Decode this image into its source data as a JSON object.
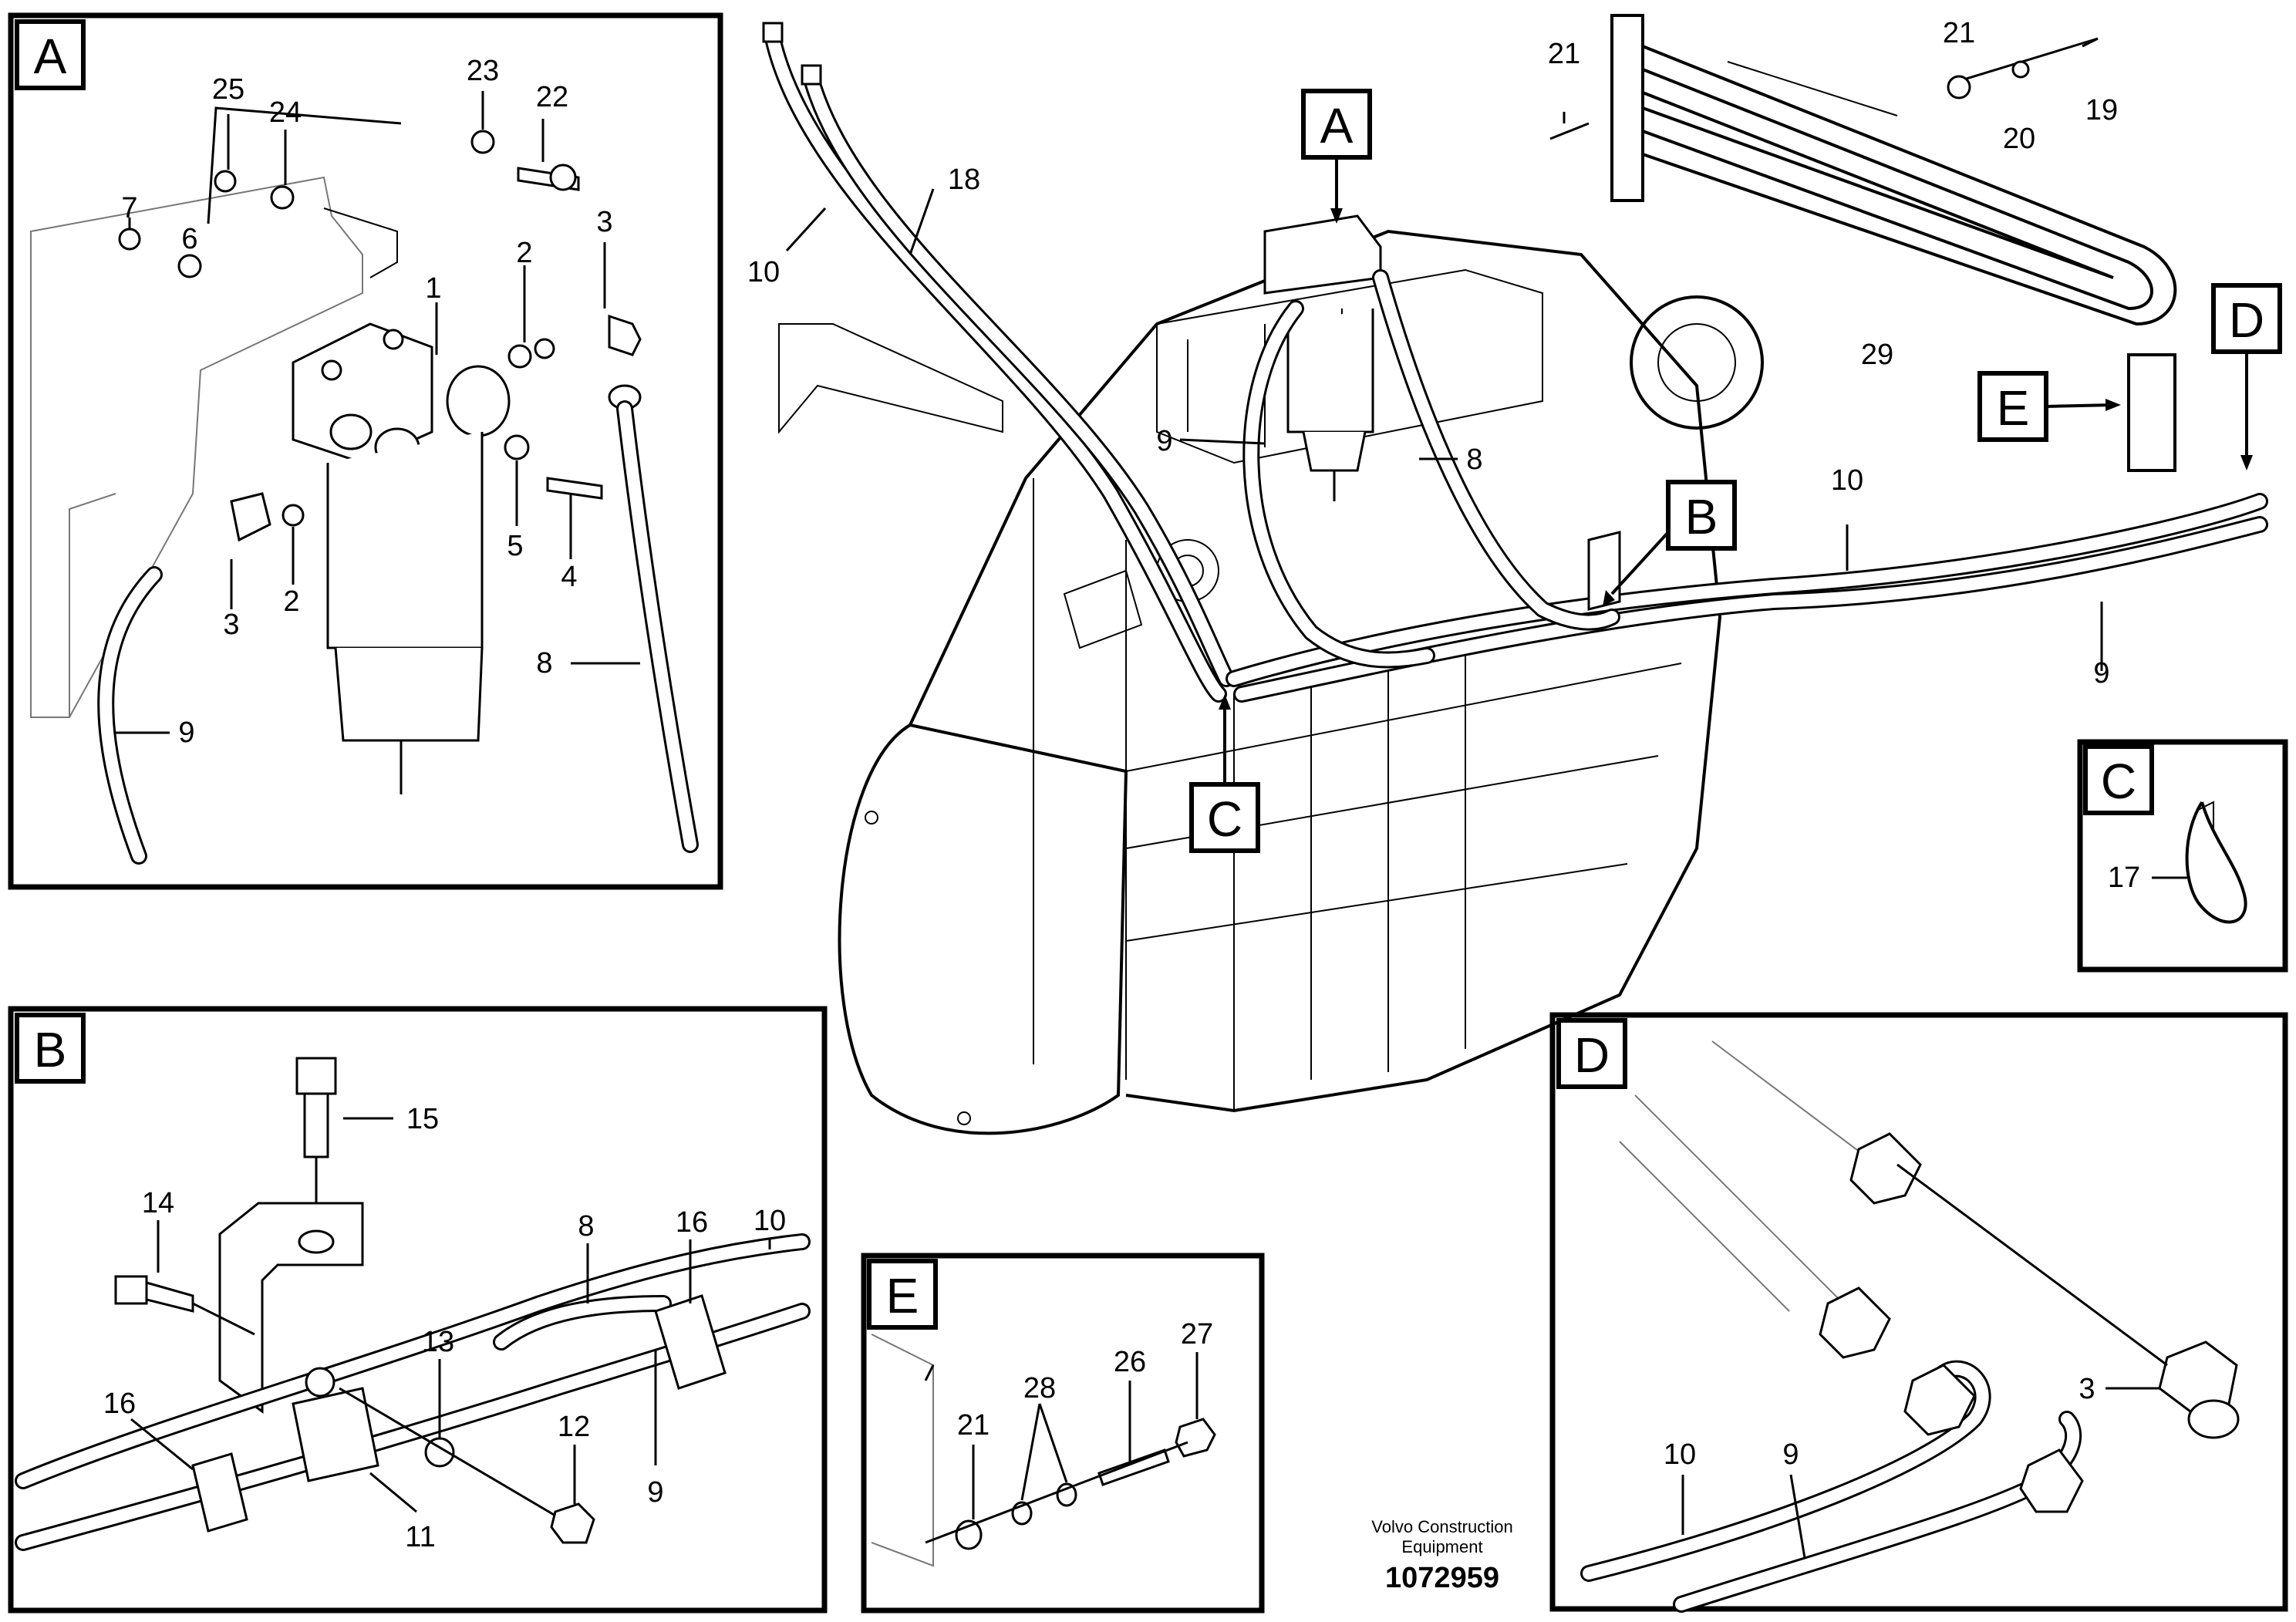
{
  "detail_views": {
    "A": "A",
    "B": "B",
    "C": "C",
    "D": "D",
    "E": "E"
  },
  "main_view": {
    "callouts": {
      "A": "A",
      "B": "B",
      "C": "C",
      "D": "D",
      "E": "E"
    },
    "parts": [
      "18",
      "10",
      "9",
      "8",
      "10",
      "9",
      "21",
      "21",
      "20",
      "19",
      "29"
    ]
  },
  "view_a": {
    "parts": [
      "25",
      "24",
      "23",
      "22",
      "7",
      "6",
      "1",
      "2",
      "3",
      "5",
      "4",
      "3",
      "2",
      "8",
      "9"
    ]
  },
  "view_b": {
    "parts": [
      "15",
      "14",
      "8",
      "16",
      "10",
      "13",
      "12",
      "16",
      "11",
      "9"
    ]
  },
  "view_c": {
    "parts": [
      "17"
    ]
  },
  "view_d": {
    "parts": [
      "3",
      "10",
      "9"
    ]
  },
  "view_e": {
    "parts": [
      "26",
      "27",
      "28",
      "21"
    ]
  },
  "footer": {
    "company_line1": "Volvo Construction",
    "company_line2": "Equipment",
    "drawing_number": "1072959"
  }
}
